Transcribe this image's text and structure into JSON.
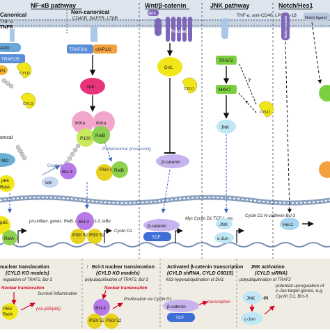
{
  "headers": {
    "nfkb": "NF-κB pathway",
    "canonical": "Canonical",
    "non_canonical": "Non-canonical",
    "wnt": "Wnt/β-catenin",
    "jnk": "JNK pathway",
    "notch": "Notch/Hes1"
  },
  "ligands": {
    "tnf": "TNF-α",
    "tnfr": "TNFR",
    "noncanon_receptors": "CD40R, BAFFR, LTβR",
    "wnt": "Wnt",
    "frizzled": "Frizzled",
    "jnk_ligands": "TNF-α, anti-CD40, LPS, IL-1β",
    "notch_receptor": "Notch receptor",
    "notch_ligand": "Notch-ligand"
  },
  "nodes": {
    "tradd": "ADD",
    "traf25": "TRAF2/5",
    "rip1": "P1",
    "cyld": "CYLD",
    "nemo": "MO",
    "ikb": "IκB",
    "degradation": "Degradation",
    "p65": "p65",
    "rela": "RelA",
    "traf23": "TRAF2/3",
    "ciap": "cIAP1/2",
    "nik": "NIK",
    "ikka": "IKKα",
    "p100": "P100",
    "relb": "RelB",
    "proteosomal": "Proteosomal processing",
    "bcl3": "Bcl-3",
    "p5052": "P50/ 52",
    "dvl": "DVL",
    "bcat": "β-catenin",
    "traf2": "TRAF2",
    "mkk7": "MKK7",
    "jnk": "JNK",
    "cjun": "c-Jun",
    "hes1": "Hes1",
    "question": "?",
    "tcf": "TCF"
  },
  "targets": {
    "canonical": "pro-inflam. genes: RelB, NFκB2, Bcl-3, IκBα",
    "bcl3": "Cyclin D1",
    "wnt": "Myc Cyclin D1 TCF-1, etc.",
    "jnk": "Cyclin D1 N-cadherin Bcl-3"
  },
  "lower": {
    "c1_title": "nuclear translocation",
    "c1_sub": "(CYLD KO models)",
    "c1_note": "regulation of TRAF2, Bcl-3",
    "c1_nuclear": "Nuclear translocation",
    "c1_outcome": "Survival Inflammation",
    "c1_via": "(via p50/p65)",
    "c1_p65": "P65/",
    "c1_rela": "RelA",
    "c2_arrow": "↑",
    "c2_title": "Bcl-3 nuclear translocation",
    "c2_sub": "(CYLD KO models)",
    "c2_note": "polyubiquitination of TRAF2, Bcl-3",
    "c2_nuclear": "Nuclear translocation",
    "c2_outcome": "Proliferation via Cyclin D1",
    "c3_title": "Activated β-catenin transcription",
    "c3_sub": "(CYLD shRNA, CYLD C601S)",
    "c3_note": "K63-hyperubiquitination of Dvl1",
    "c3_out": "transcription",
    "c4_title": "JNK activation",
    "c4_sub": "(CYLD siRNA)",
    "c4_note": "polyubiquitination of TRAF2",
    "c4_pi": "-Pi",
    "c4_outcome": "potential upregulation of c-Jun target genes, e.g. Cyclin D1, Bcl-3"
  },
  "colors": {
    "cyld": "#f2e61a",
    "traf": "#7ccf3e",
    "nik": "#e7337a",
    "ikka": "#f2a6cb",
    "relb": "#8fd14f",
    "p100": "#c9e95c",
    "bcl3": "#b679e6",
    "p5052": "#e8d21e",
    "wnt_purple": "#7e66b8",
    "catenin": "#c7b4ee",
    "tcf": "#3f6fd6",
    "jnk": "#bfe7f5",
    "cjun": "#bfe7f5",
    "hes1": "#a9d6ef",
    "red": "#d6001c",
    "panel": "#efece4"
  }
}
